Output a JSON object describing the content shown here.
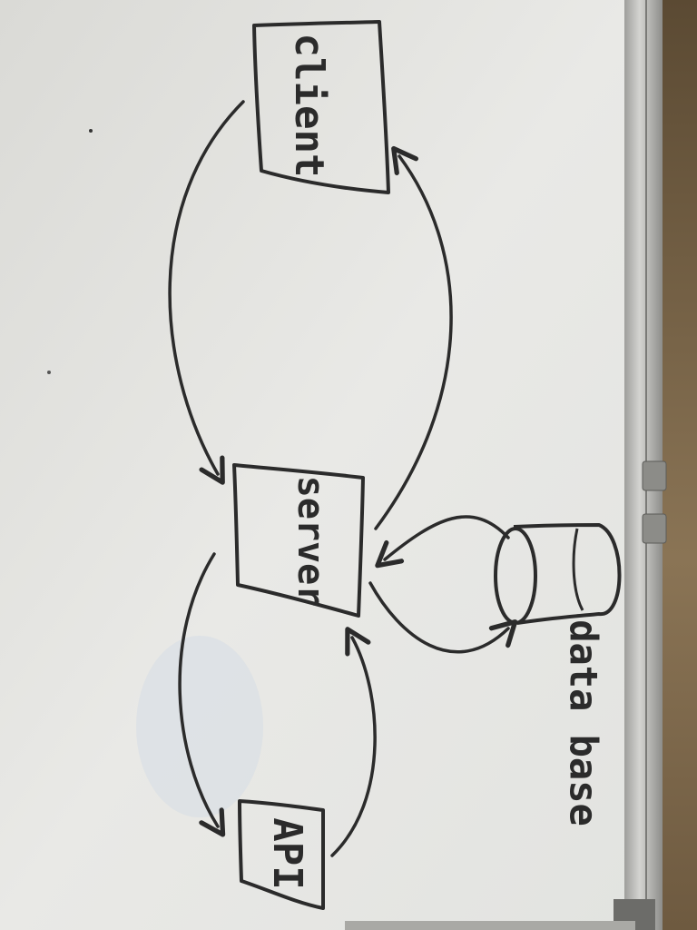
{
  "diagram": {
    "nodes": {
      "client": {
        "label": "client"
      },
      "server": {
        "label": "server"
      },
      "api": {
        "label": "API"
      },
      "database": {
        "label": "data base"
      }
    },
    "edges": [
      {
        "from": "client",
        "to": "server"
      },
      {
        "from": "server",
        "to": "client"
      },
      {
        "from": "server",
        "to": "api"
      },
      {
        "from": "api",
        "to": "server"
      },
      {
        "from": "server",
        "to": "database"
      },
      {
        "from": "database",
        "to": "server"
      }
    ]
  },
  "colors": {
    "board": "#e6e6e2",
    "ink": "#2b2b2b",
    "frame": "#b9b9b6",
    "wall": "#8a7455"
  }
}
